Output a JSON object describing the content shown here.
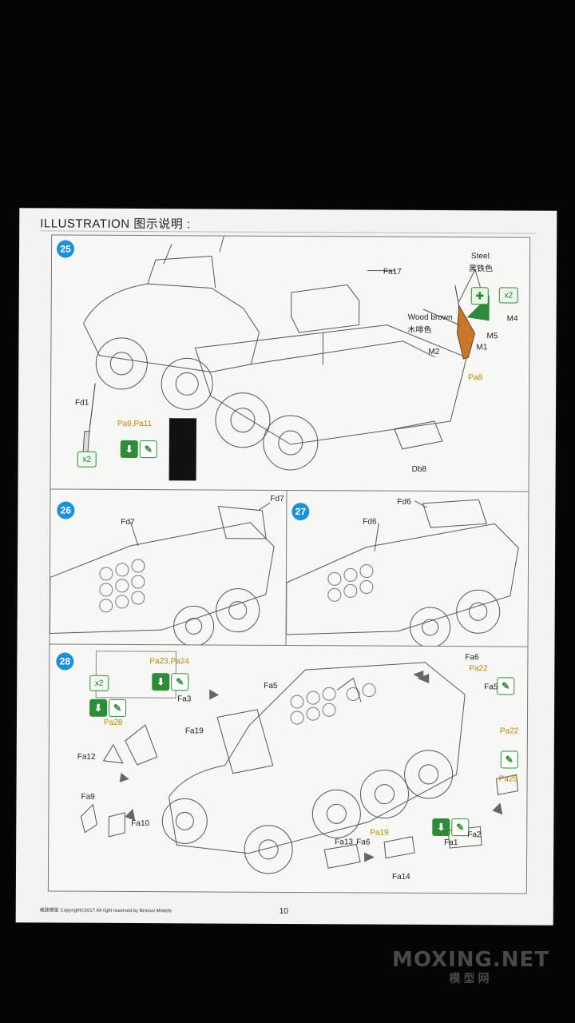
{
  "header": {
    "title": "ILLUSTRATION 图示说明 :"
  },
  "steps": {
    "s25": {
      "number": "25",
      "labels": {
        "fa17": "Fa17",
        "steel": "Steel",
        "steel_cn": "黑铁色",
        "wood": "Wood brown",
        "wood_cn": "木啡色",
        "m4": "M4",
        "m5": "M5",
        "m1": "M1",
        "m2": "M2",
        "pa8": "Pa8",
        "fd1": "Fd1",
        "pa9": "Pa9,Pa11",
        "db8": "Db8",
        "x2a": "x2",
        "x2b": "x2"
      }
    },
    "s26": {
      "number": "26",
      "labels": {
        "fd7a": "Fd7",
        "fd7b": "Fd7"
      }
    },
    "s27": {
      "number": "27",
      "labels": {
        "fd6a": "Fd6",
        "fd6b": "Fd6"
      }
    },
    "s28": {
      "number": "28",
      "labels": {
        "pa23": "Pa23,Pa24",
        "x2": "x2",
        "fa3": "Fa3",
        "pa28": "Pa28",
        "fa19": "Fa19",
        "fa12": "Fa12",
        "fa9": "Fa9",
        "fa10": "Fa10",
        "fa5a": "Fa5",
        "fa6a": "Fa6",
        "pa22a": "Pa22",
        "fa5b": "Fa5",
        "pa22b": "Pa22",
        "pa29": "Pa29",
        "pa19": "Pa19",
        "fa13": "Fa13",
        "fa6b": "Fa6",
        "fa1": "Fa1",
        "fa2": "Fa2",
        "fa14": "Fa14"
      }
    }
  },
  "footer": {
    "brand": "威骏模型",
    "copyright": "Copyright©2017 All right reserved by Bronco Models",
    "page_number": "10"
  },
  "watermark": {
    "line1": "MOXING.NET",
    "line2": "模型网"
  },
  "colors": {
    "step_badge": "#1e90d8",
    "part_etch": "#b8860b",
    "icon_green": "#2e8b3a",
    "paper": "#f3f3f1"
  }
}
